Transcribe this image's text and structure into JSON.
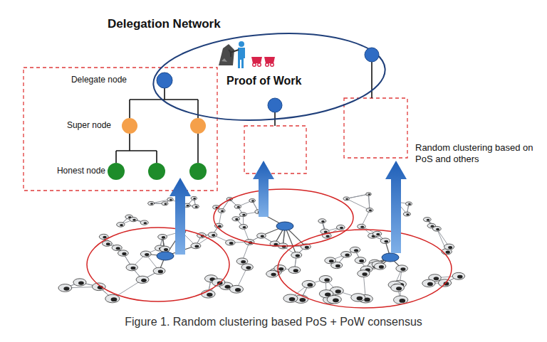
{
  "diagram": {
    "caption": "Figure 1. Random clustering based PoS + PoW consensus",
    "nodes": [
      {
        "text": [
          "Delegation Network",
          "Proof of Work"
        ]
      }
    ],
    "labels": [
      "Delegate node",
      "Super node",
      "Honest node",
      "Random clustering based on PoS and others"
    ]
  }
}
